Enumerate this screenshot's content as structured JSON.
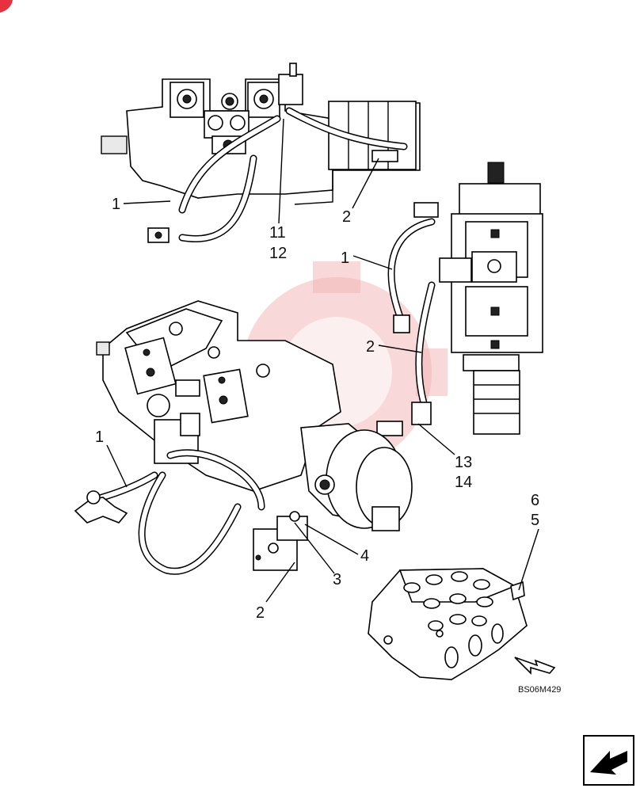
{
  "figure": {
    "reference_code": "BS06M429",
    "callouts": [
      {
        "id": "c-top-1",
        "text": "1"
      },
      {
        "id": "c-top-2",
        "text": "2"
      },
      {
        "id": "c-top-11",
        "text": "11"
      },
      {
        "id": "c-top-12",
        "text": "12"
      },
      {
        "id": "c-right-1",
        "text": "1"
      },
      {
        "id": "c-right-2",
        "text": "2"
      },
      {
        "id": "c-right-13",
        "text": "13"
      },
      {
        "id": "c-right-14",
        "text": "14"
      },
      {
        "id": "c-main-1",
        "text": "1"
      },
      {
        "id": "c-main-4",
        "text": "4"
      },
      {
        "id": "c-main-3",
        "text": "3"
      },
      {
        "id": "c-main-2",
        "text": "2"
      },
      {
        "id": "c-valve-6",
        "text": "6"
      },
      {
        "id": "c-valve-5",
        "text": "5"
      }
    ]
  },
  "colors": {
    "ink": "#000000",
    "watermark": "#f3b8b8",
    "corner_badge": "#e8313f"
  },
  "icons": {
    "navigation": "arrow-next-page-icon",
    "corner": "corner-badge-icon",
    "watermark": "gear-watermark-icon"
  }
}
